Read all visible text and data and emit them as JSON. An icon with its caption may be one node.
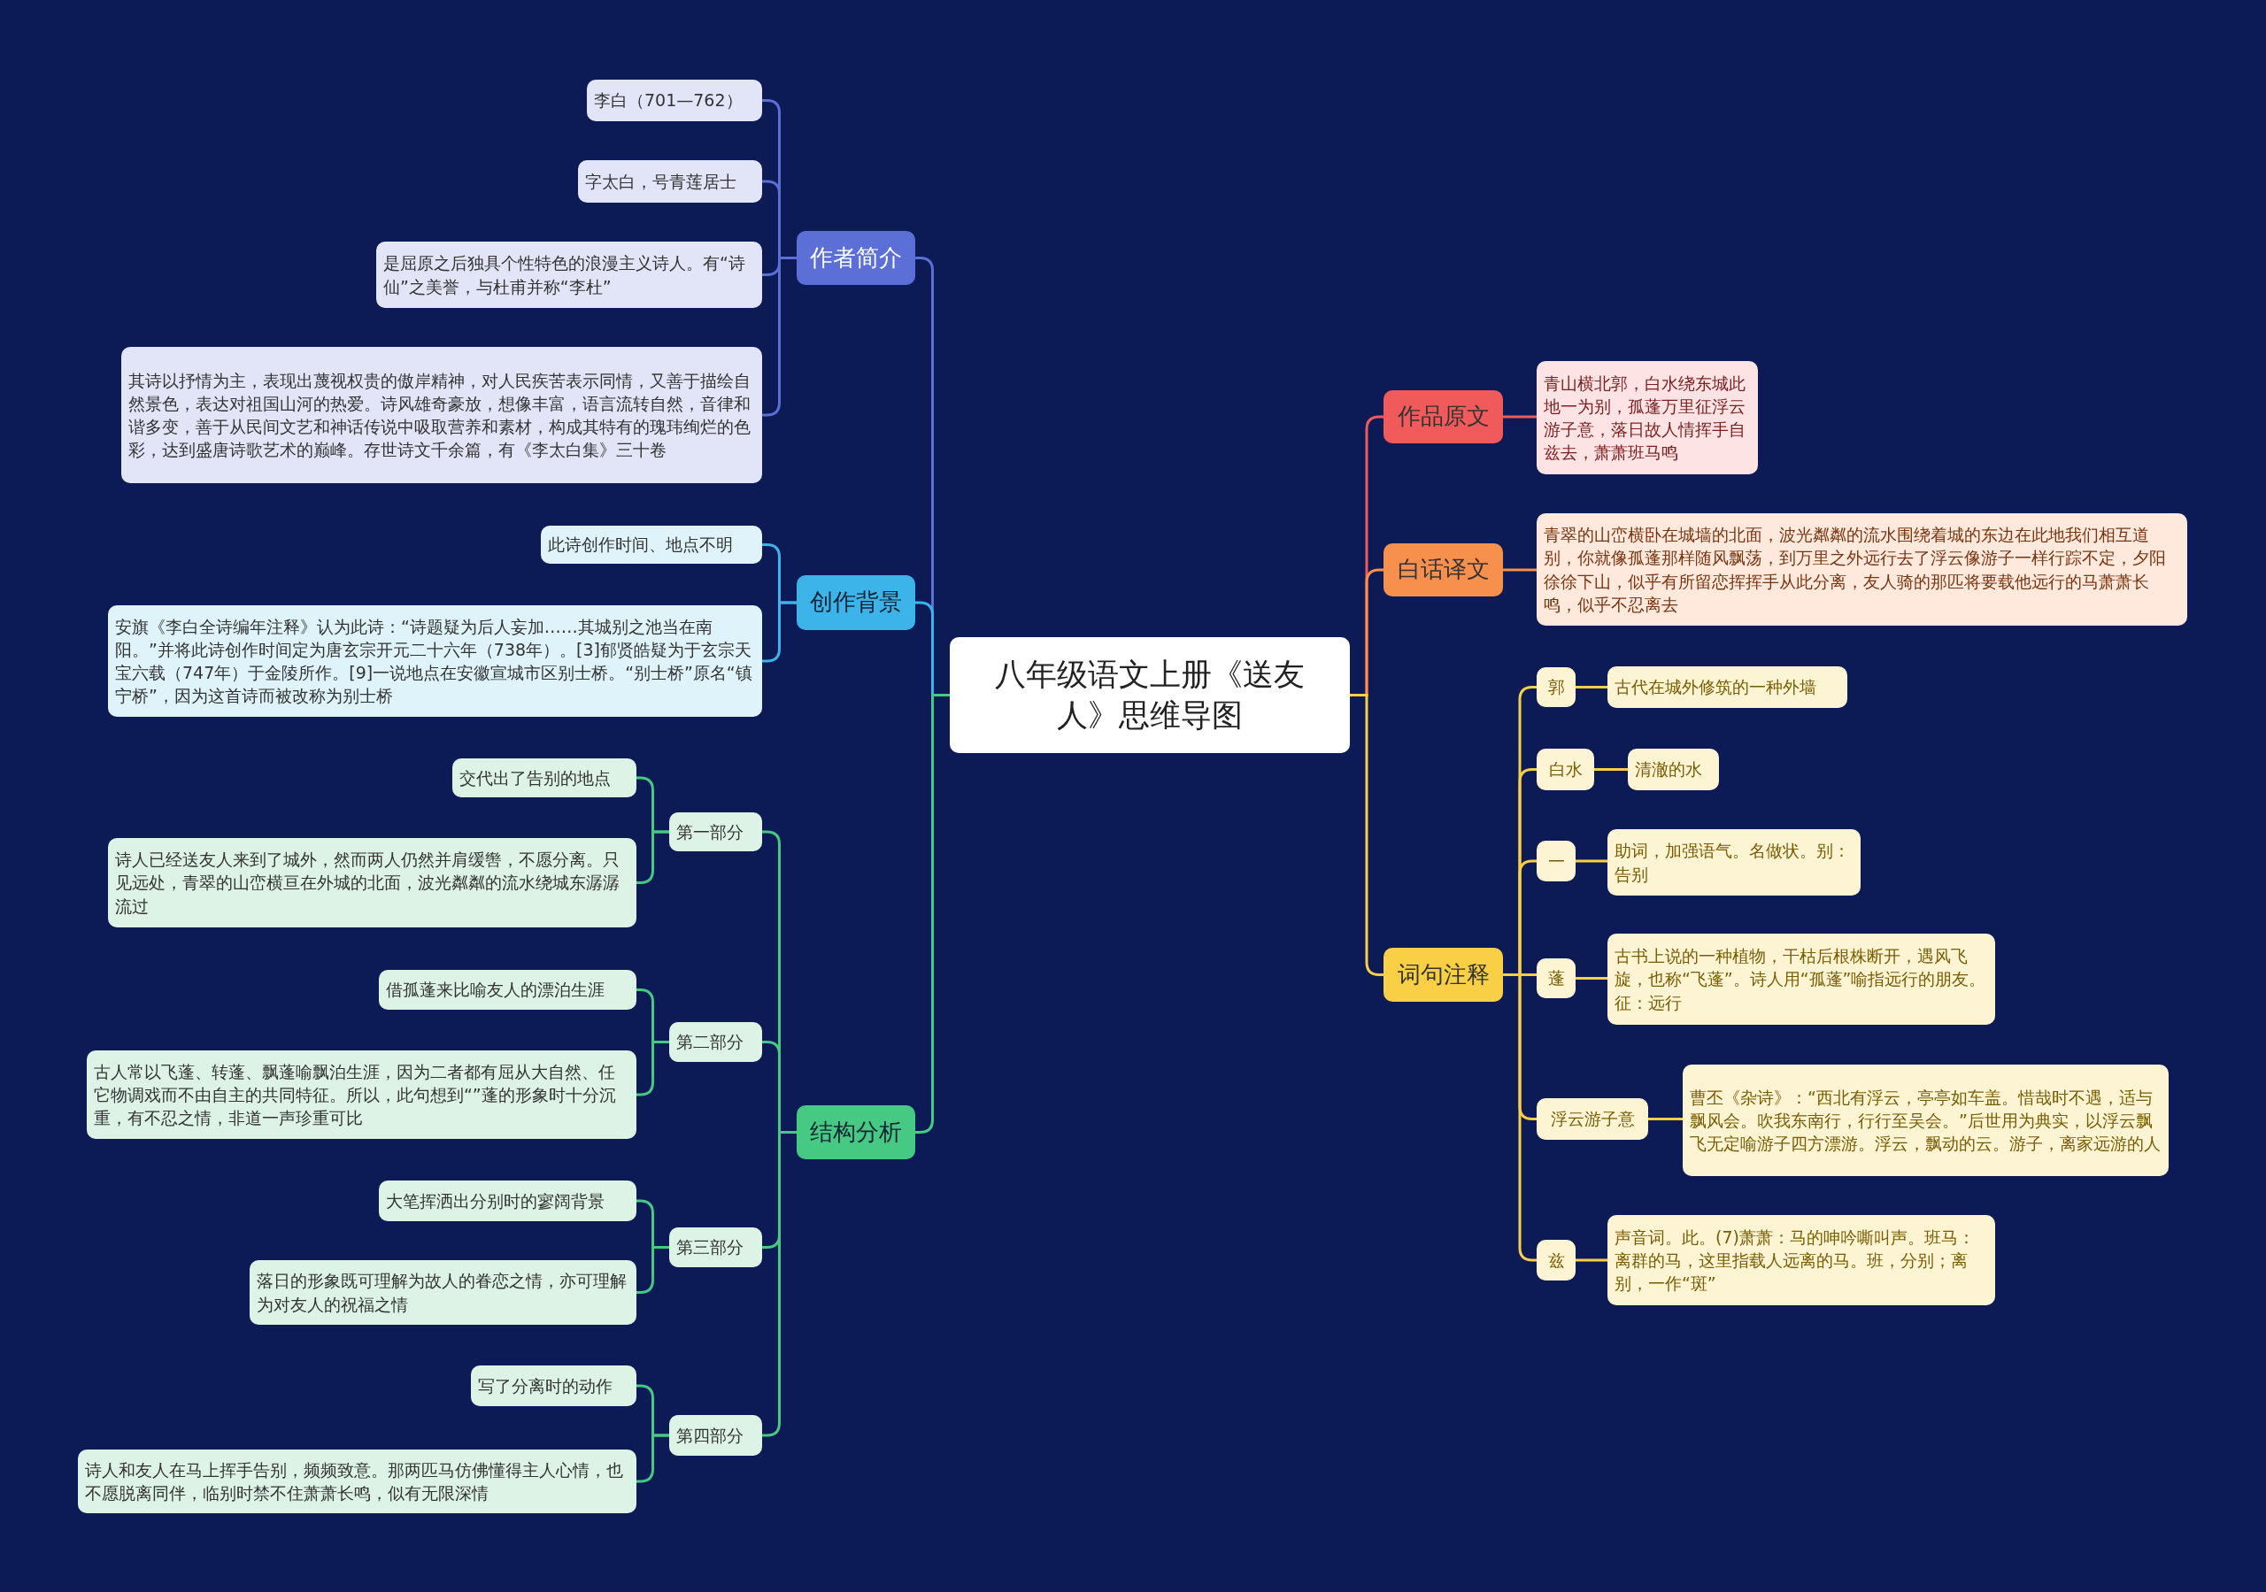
{
  "diagram": {
    "nodes": [
      {
        "text": [
          "八年级语文上册《送友人》思维导图"
        ]
      },
      {
        "text": [
          "作者简介"
        ]
      },
      {
        "text": [
          "李白（701—762）"
        ]
      },
      {
        "text": [
          "字太白，号青莲居士"
        ]
      },
      {
        "text": [
          "是屈原之后独具个性特色的浪漫主义诗人。有“诗仙”之美誉，与杜甫并称“李杜”"
        ]
      },
      {
        "text": [
          "其诗以抒情为主，表现出蔑视权贵的傲岸精神，对人民疾苦表示同情，又善于描绘自然景色，表达对祖国山河的热爱。诗风雄奇豪放，想像丰富，语言流转自然，音律和谐多变，善于从民间文艺和神话传说中吸取营养和素材，构成其特有的瑰玮绚烂的色彩，达到盛唐诗歌艺术的巅峰。存世诗文千余篇，有《李太白集》三十卷"
        ]
      },
      {
        "text": [
          "创作背景"
        ]
      },
      {
        "text": [
          "此诗创作时间、地点不明"
        ]
      },
      {
        "text": [
          "安旗《李白全诗编年注释》认为此诗：“诗题疑为后人妄加……其城别之池当在南阳。”并将此诗创作时间定为唐玄宗开元二十六年（738年）。[3]郁贤皓疑为于玄宗天宝六载（747年）于金陵所作。[9]一说地点在安徽宣城市区别士桥。“别士桥”原名“镇宁桥”，因为这首诗而被改称为别士桥"
        ]
      },
      {
        "text": [
          "结构分析"
        ]
      },
      {
        "text": [
          "第一部分"
        ]
      },
      {
        "text": [
          "交代出了告别的地点"
        ]
      },
      {
        "text": [
          "诗人已经送友人来到了城外，然而两人仍然并肩缓辔，不愿分离。只见远处，青翠的山峦横亘在外城的北面，波光粼粼的流水绕城东潺潺流过"
        ]
      },
      {
        "text": [
          "第二部分"
        ]
      },
      {
        "text": [
          "借孤蓬来比喻友人的漂泊生涯"
        ]
      },
      {
        "text": [
          "古人常以飞蓬、转蓬、飘蓬喻飘泊生涯，因为二者都有屈从大自然、任它物调戏而不由自主的共同特征。所以，此句想到“”蓬的形象时十分沉重，有不忍之情，非道一声珍重可比"
        ]
      },
      {
        "text": [
          "第三部分"
        ]
      },
      {
        "text": [
          "大笔挥洒出分别时的寥阔背景"
        ]
      },
      {
        "text": [
          "落日的形象既可理解为故人的眷恋之情，亦可理解为对友人的祝福之情"
        ]
      },
      {
        "text": [
          "第四部分"
        ]
      },
      {
        "text": [
          "写了分离时的动作"
        ]
      },
      {
        "text": [
          "诗人和友人在马上挥手告别，频频致意。那两匹马仿佛懂得主人心情，也不愿脱离同伴，临别时禁不住萧萧长鸣，似有无限深情"
        ]
      },
      {
        "text": [
          "作品原文"
        ]
      },
      {
        "text": [
          "青山横北郭，白水绕东城此地一为别，孤蓬万里征浮云游子意，落日故人情挥手自兹去，萧萧班马鸣"
        ]
      },
      {
        "text": [
          "白话译文"
        ]
      },
      {
        "text": [
          "青翠的山峦横卧在城墙的北面，波光粼粼的流水围绕着城的东边在此地我们相互道别，你就像孤蓬那样随风飘荡，到万里之外远行去了浮云像游子一样行踪不定，夕阳徐徐下山，似乎有所留恋挥挥手从此分离，友人骑的那匹将要载他远行的马萧萧长鸣，似乎不忍离去"
        ]
      },
      {
        "text": [
          "词句注释"
        ]
      },
      {
        "text": [
          "郭"
        ]
      },
      {
        "text": [
          "古代在城外修筑的一种外墙"
        ]
      },
      {
        "text": [
          "白水"
        ]
      },
      {
        "text": [
          "清澈的水"
        ]
      },
      {
        "text": [
          "一"
        ]
      },
      {
        "text": [
          "助词，加强语气。名做状。别：告别"
        ]
      },
      {
        "text": [
          "蓬"
        ]
      },
      {
        "text": [
          "古书上说的一种植物，干枯后根株断开，遇风飞旋，也称“飞蓬”。诗人用“孤蓬”喻指远行的朋友。征：远行"
        ]
      },
      {
        "text": [
          "浮云游子意"
        ]
      },
      {
        "text": [
          "曹丕《杂诗》：“西北有浮云，亭亭如车盖。惜哉时不遇，适与飘风会。吹我东南行，行行至吴会。”后世用为典实，以浮云飘飞无定喻游子四方漂游。浮云，飘动的云。游子，离家远游的人"
        ]
      },
      {
        "text": [
          "兹"
        ]
      },
      {
        "text": [
          "声音词。此。(7)萧萧：马的呻吟嘶叫声。班马：离群的马，这里指载人远离的马。班，分别；离别，一作“斑”"
        ]
      }
    ],
    "edges": [
      {
        "from": 0,
        "to": 1,
        "arrow": "none",
        "color": "#5b6fd6"
      },
      {
        "from": 1,
        "to": 2,
        "arrow": "none",
        "color": "#5b6fd6"
      },
      {
        "from": 1,
        "to": 3,
        "arrow": "none",
        "color": "#5b6fd6"
      },
      {
        "from": 1,
        "to": 4,
        "arrow": "none",
        "color": "#5b6fd6"
      },
      {
        "from": 1,
        "to": 5,
        "arrow": "none",
        "color": "#5b6fd6"
      },
      {
        "from": 0,
        "to": 6,
        "arrow": "none",
        "color": "#3cb4ea"
      },
      {
        "from": 6,
        "to": 7,
        "arrow": "none",
        "color": "#3cb4ea"
      },
      {
        "from": 6,
        "to": 8,
        "arrow": "none",
        "color": "#3cb4ea"
      },
      {
        "from": 0,
        "to": 9,
        "arrow": "none",
        "color": "#45c983"
      },
      {
        "from": 9,
        "to": 10,
        "arrow": "none",
        "color": "#45c983"
      },
      {
        "from": 10,
        "to": 11,
        "arrow": "none",
        "color": "#45c983"
      },
      {
        "from": 10,
        "to": 12,
        "arrow": "none",
        "color": "#45c983"
      },
      {
        "from": 9,
        "to": 13,
        "arrow": "none",
        "color": "#45c983"
      },
      {
        "from": 13,
        "to": 14,
        "arrow": "none",
        "color": "#45c983"
      },
      {
        "from": 13,
        "to": 15,
        "arrow": "none",
        "color": "#45c983"
      },
      {
        "from": 9,
        "to": 16,
        "arrow": "none",
        "color": "#45c983"
      },
      {
        "from": 16,
        "to": 17,
        "arrow": "none",
        "color": "#45c983"
      },
      {
        "from": 16,
        "to": 18,
        "arrow": "none",
        "color": "#45c983"
      },
      {
        "from": 9,
        "to": 19,
        "arrow": "none",
        "color": "#45c983"
      },
      {
        "from": 19,
        "to": 20,
        "arrow": "none",
        "color": "#45c983"
      },
      {
        "from": 19,
        "to": 21,
        "arrow": "none",
        "color": "#45c983"
      },
      {
        "from": 0,
        "to": 22,
        "arrow": "none",
        "color": "#f05a5a"
      },
      {
        "from": 22,
        "to": 23,
        "arrow": "none",
        "color": "#f05a5a"
      },
      {
        "from": 0,
        "to": 24,
        "arrow": "none",
        "color": "#f7904c"
      },
      {
        "from": 24,
        "to": 25,
        "arrow": "none",
        "color": "#f7904c"
      },
      {
        "from": 0,
        "to": 26,
        "arrow": "none",
        "color": "#f9cf45"
      },
      {
        "from": 26,
        "to": 27,
        "arrow": "none",
        "color": "#f9cf45"
      },
      {
        "from": 27,
        "to": 28,
        "arrow": "none",
        "color": "#f9cf45"
      },
      {
        "from": 26,
        "to": 29,
        "arrow": "none",
        "color": "#f9cf45"
      },
      {
        "from": 29,
        "to": 30,
        "arrow": "none",
        "color": "#f9cf45"
      },
      {
        "from": 26,
        "to": 31,
        "arrow": "none",
        "color": "#f9cf45"
      },
      {
        "from": 31,
        "to": 32,
        "arrow": "none",
        "color": "#f9cf45"
      },
      {
        "from": 26,
        "to": 33,
        "arrow": "none",
        "color": "#f9cf45"
      },
      {
        "from": 33,
        "to": 34,
        "arrow": "none",
        "color": "#f9cf45"
      },
      {
        "from": 26,
        "to": 35,
        "arrow": "none",
        "color": "#f9cf45"
      },
      {
        "from": 35,
        "to": 36,
        "arrow": "none",
        "color": "#f9cf45"
      },
      {
        "from": 26,
        "to": 37,
        "arrow": "none",
        "color": "#f9cf45"
      },
      {
        "from": 37,
        "to": 38,
        "arrow": "none",
        "color": "#f9cf45"
      }
    ]
  }
}
